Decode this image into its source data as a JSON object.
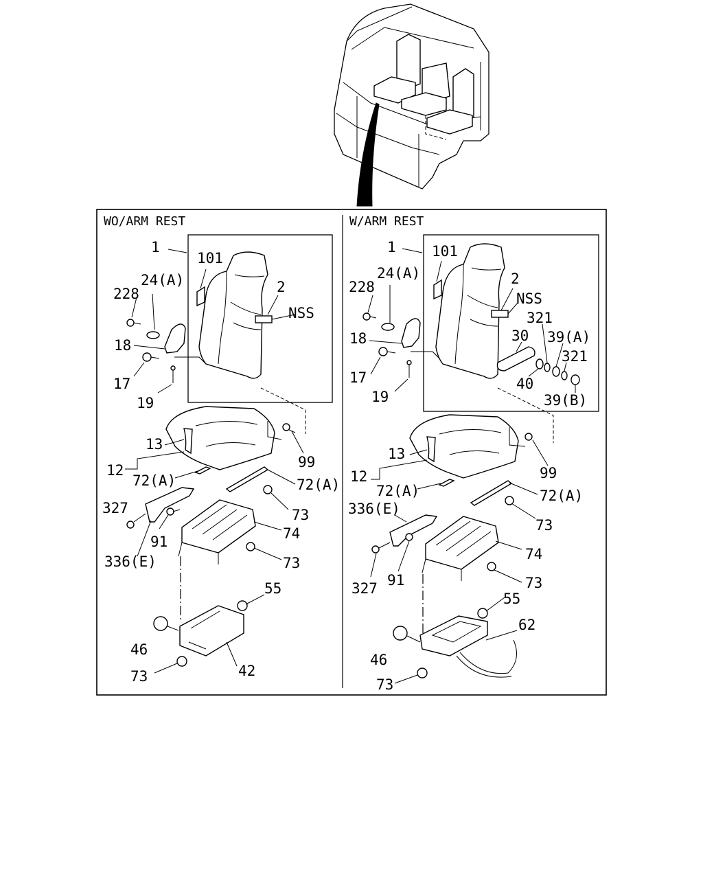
{
  "panels": {
    "left_title": "WO/ARM REST",
    "right_title": "W/ARM REST"
  },
  "left": {
    "p1": "1",
    "p101": "101",
    "p2": "2",
    "pNSS": "NSS",
    "p24A": "24(A)",
    "p228": "228",
    "p18": "18",
    "p17": "17",
    "p19": "19",
    "p13": "13",
    "p12": "12",
    "p99": "99",
    "p72A_1": "72(A)",
    "p72A_2": "72(A)",
    "p73_1": "73",
    "p327": "327",
    "p91": "91",
    "p74": "74",
    "p336E": "336(E)",
    "p73_2": "73",
    "p55": "55",
    "p46": "46",
    "p42": "42",
    "p73_3": "73"
  },
  "right": {
    "p1": "1",
    "p101": "101",
    "p2": "2",
    "pNSS": "NSS",
    "p24A": "24(A)",
    "p228": "228",
    "p321a": "321",
    "p18": "18",
    "p30": "30",
    "p39A": "39(A)",
    "p321b": "321",
    "p17": "17",
    "p40": "40",
    "p19": "19",
    "p39B": "39(B)",
    "p13": "13",
    "p12": "12",
    "p99": "99",
    "p72A_1": "72(A)",
    "p72A_2": "72(A)",
    "p336E": "336(E)",
    "p73_1": "73",
    "p74": "74",
    "p327": "327",
    "p91": "91",
    "p73_2": "73",
    "p55": "55",
    "p62": "62",
    "p46": "46",
    "p73_3": "73"
  }
}
